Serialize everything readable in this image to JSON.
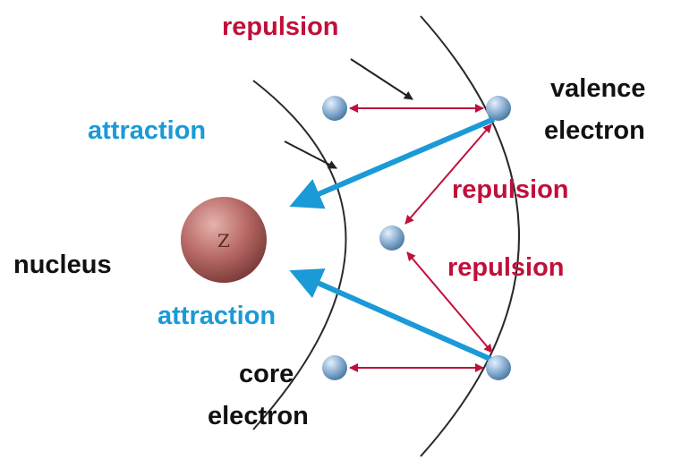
{
  "labels": {
    "repulsion_top": "repulsion",
    "repulsion_mid": "repulsion",
    "repulsion_low": "repulsion",
    "attraction_top": "attraction",
    "attraction_bottom": "attraction",
    "valence_line1": "valence",
    "valence_line2": "electron",
    "nucleus": "nucleus",
    "core_line1": "core",
    "core_line2": "electron",
    "nucleus_symbol": "Z"
  },
  "colors": {
    "repulsion": "#c0103a",
    "attraction": "#1a9ad6",
    "text_dark": "#111111",
    "shell_line": "#2a2a2a",
    "pointer_arrow": "#222222",
    "nucleus_fill": "#b86a66",
    "electron_fill": "#8fb2d4"
  }
}
